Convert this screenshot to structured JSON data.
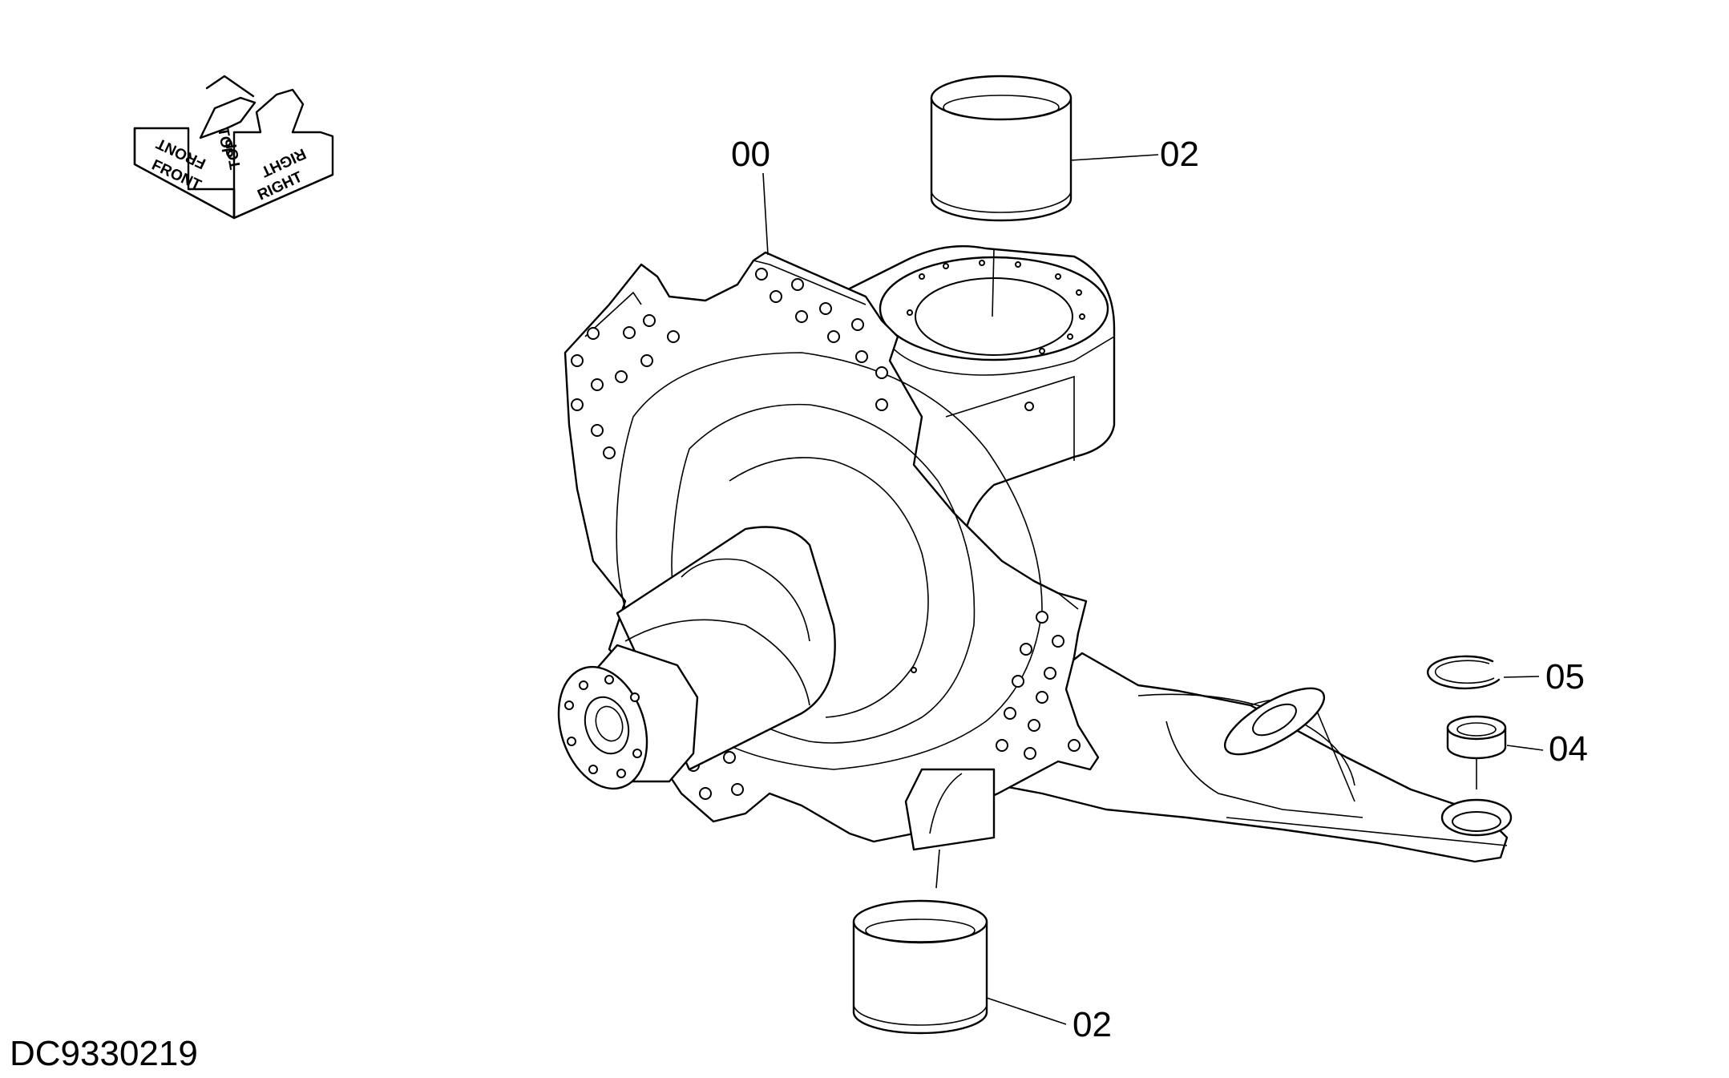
{
  "orientation": {
    "front": "FRONT",
    "top": "TOP",
    "right": "RIGHT"
  },
  "callouts": {
    "knuckle": "00",
    "bushing_upper": "02",
    "bushing_lower": "02",
    "seal": "04",
    "snap_ring": "05"
  },
  "document_id": "DC9330219"
}
